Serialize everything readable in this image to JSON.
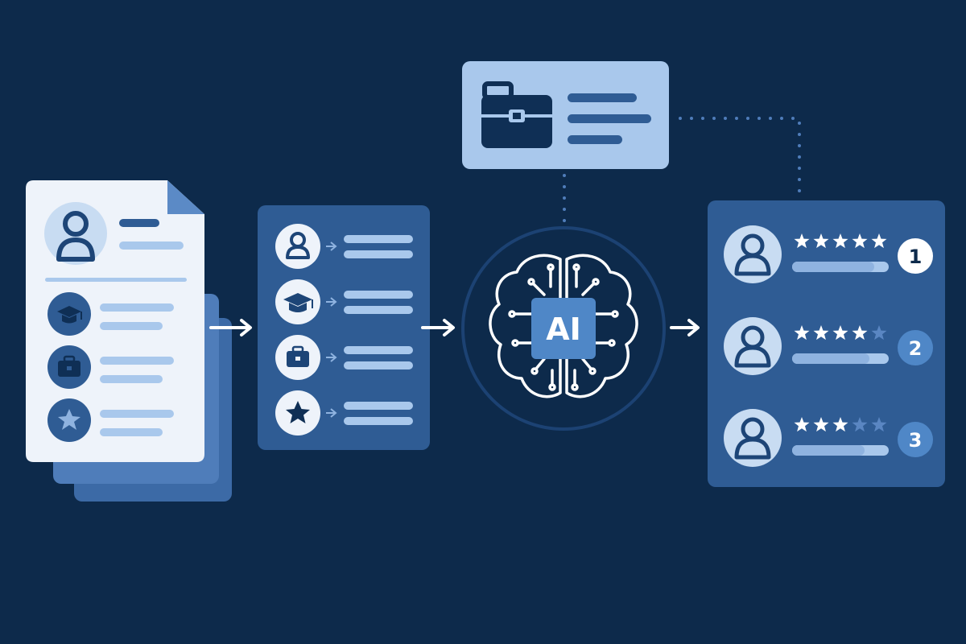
{
  "colors": {
    "background": "#0d2a4b",
    "panel": "#2f5c94",
    "panel_light": "#a9c8ec",
    "page": "#eef3fa",
    "stack_back": "#3c6aa6",
    "stack_mid": "#4f7dba",
    "line_light": "#a9c8ec",
    "line_dark": "#2f5c94",
    "icon_dark": "#0f2f55",
    "circle_light": "#c8dcf2",
    "avatar_fg": "#1d4577",
    "star_on": "#ffffff",
    "star_off": "#5a86c2",
    "ai_chip": "#4f87c7",
    "brain_ring": "#1c4273",
    "arrow": "#ffffff"
  },
  "resume": {
    "icons": [
      "user-avatar-icon",
      "graduation-cap-icon",
      "briefcase-icon",
      "star-icon"
    ]
  },
  "extraction": {
    "icons": [
      "user-icon",
      "graduation-cap-icon",
      "briefcase-icon",
      "star-icon"
    ]
  },
  "job": {
    "icon": "briefcase-icon"
  },
  "ai": {
    "label": "AI",
    "icon": "brain-circuit-icon"
  },
  "ranking": {
    "candidates": [
      {
        "rank": "1",
        "stars": 5,
        "score": 0.85,
        "highlighted": true
      },
      {
        "rank": "2",
        "stars": 4,
        "score": 0.8,
        "highlighted": false
      },
      {
        "rank": "3",
        "stars": 3,
        "score": 0.75,
        "highlighted": false
      }
    ],
    "max_stars": 5
  }
}
